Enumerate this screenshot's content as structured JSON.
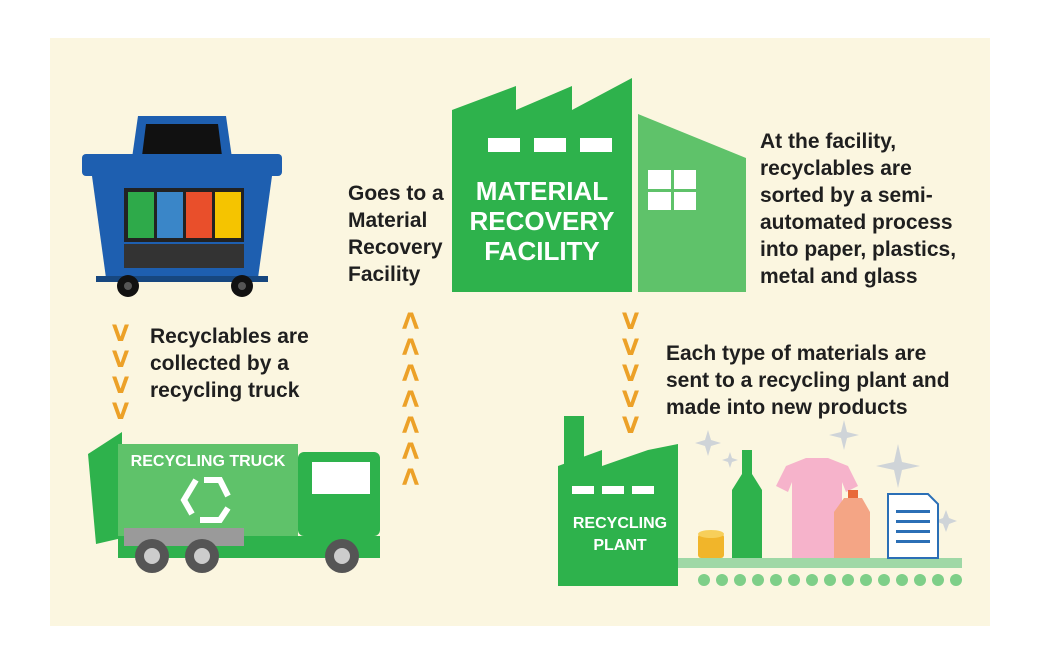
{
  "steps": {
    "collect": "Recyclables are collected by a recycling truck",
    "goes_to": "Goes to a Material Recovery Facility",
    "sorted": "At the facility, recyclables are sorted by a semi-automated process into paper, plastics, metal and glass",
    "each_type": "Each type of materials are sent to a recycling plant and made into new products"
  },
  "labels": {
    "truck": "RECYCLING TRUCK",
    "mrf_line1": "MATERIAL",
    "mrf_line2": "RECOVERY",
    "mrf_line3": "FACILITY",
    "plant_line1": "RECYCLING",
    "plant_line2": "PLANT"
  },
  "arrows": {
    "down": "V",
    "up": "Λ"
  },
  "colors": {
    "background": "#fbf6e0",
    "green": "#2eb24c",
    "light_green": "#5fc26a",
    "bin_blue": "#1e5fb0",
    "arrow_orange": "#eca128"
  },
  "icons": [
    "recycling-bin-icon",
    "recycle-symbol-icon",
    "factory-icon",
    "bottle-icon",
    "shirt-icon",
    "detergent-bottle-icon",
    "document-icon",
    "coin-stack-icon",
    "sparkle-icon",
    "conveyor-belt-icon"
  ]
}
